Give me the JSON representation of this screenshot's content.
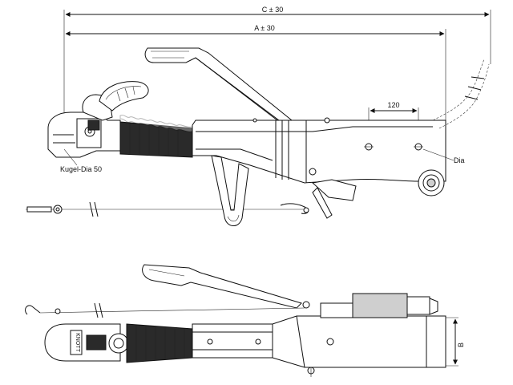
{
  "dimensions": {
    "c": "C ± 30",
    "a": "A ± 30",
    "hole_spacing": "120",
    "b": "B"
  },
  "callouts": {
    "kugel": "Kugel-Dia 50",
    "dia": "Dia"
  },
  "stamp": "KNOTT"
}
